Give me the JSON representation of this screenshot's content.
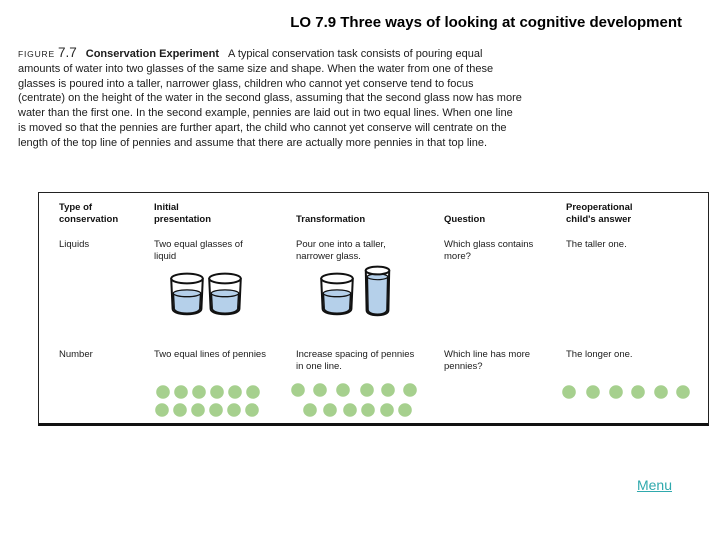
{
  "slide": {
    "title": "LO 7.9 Three ways of looking at cognitive development",
    "menu_label": "Menu"
  },
  "figure": {
    "label": "FIGURE",
    "number": "7.7",
    "heading": "Conservation Experiment",
    "caption": "A typical conservation task consists of pouring equal amounts of water into two glasses of the same size and shape. When the water from one of these glasses is poured into a taller, narrower glass, children who cannot yet conserve tend to focus (centrate) on the height of the water in the second glass, assuming that the second glass now has more water than the first one. In the second example, pennies are laid out in two equal lines. When one line is moved so that the pennies are further apart, the child who cannot yet conserve will centrate on the length of the top line of pennies and assume that there are actually more pennies in that top line."
  },
  "table": {
    "headers": {
      "type": "Type of conservation",
      "initial": "Initial presentation",
      "transformation": "Transformation",
      "question": "Question",
      "answer": "Preoperational child's answer"
    },
    "rows": [
      {
        "type": "Liquids",
        "initial": "Two equal glasses of liquid",
        "transformation": "Pour one into a taller, narrower glass.",
        "question": "Which glass contains more?",
        "answer": "The taller one."
      },
      {
        "type": "Number",
        "initial": "Two equal lines of pennies",
        "transformation": "Increase spacing of pennies in one line.",
        "question": "Which line has more pennies?",
        "answer": "The longer one."
      }
    ]
  },
  "graphics": {
    "glass_liquid_color": "#b5d0ea",
    "penny_color": "#a6d08e",
    "penny_rows": {
      "initial": [
        6,
        6
      ],
      "transformation": [
        6,
        6
      ],
      "answer": [
        6
      ]
    }
  },
  "colors": {
    "menu_link": "#2fa9ad",
    "table_border": "#111111"
  }
}
